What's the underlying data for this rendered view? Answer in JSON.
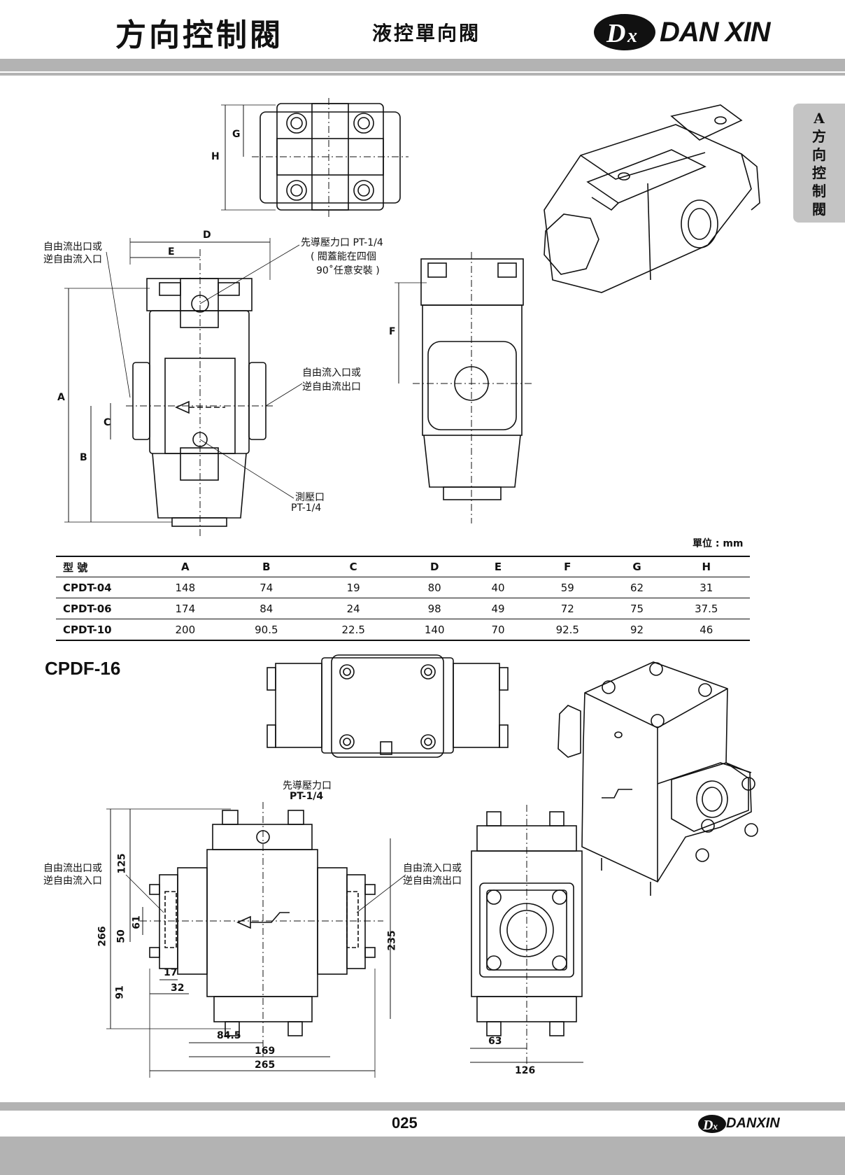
{
  "header": {
    "title": "方向控制閥",
    "subtitle": "液控單向閥",
    "brand": "DANXIN",
    "brand_display": "DAN XIN"
  },
  "side_tab": {
    "chars": [
      "A",
      "方",
      "向",
      "控",
      "制",
      "閥"
    ]
  },
  "drawing1": {
    "dims": {
      "G": "G",
      "H": "H",
      "D": "D",
      "E": "E",
      "A": "A",
      "B": "B",
      "C": "C",
      "F": "F"
    },
    "callouts": {
      "free_out_1": "自由流出口或",
      "free_out_2": "逆自由流入口",
      "pilot_1": "先導壓力口 PT-1/4",
      "pilot_2": "( 閥蓋能在四個",
      "pilot_3": "90˚任意安裝 )",
      "free_in_1": "自由流入口或",
      "free_in_2": "逆自由流出口",
      "gauge_1": "測壓口",
      "gauge_2": "PT-1/4"
    }
  },
  "spec_table": {
    "unit": "單位 : mm",
    "headers": [
      "型  號",
      "A",
      "B",
      "C",
      "D",
      "E",
      "F",
      "G",
      "H"
    ],
    "rows": [
      [
        "CPDT-04",
        "148",
        "74",
        "19",
        "80",
        "40",
        "59",
        "62",
        "31"
      ],
      [
        "CPDT-06",
        "174",
        "84",
        "24",
        "98",
        "49",
        "72",
        "75",
        "37.5"
      ],
      [
        "CPDT-10",
        "200",
        "90.5",
        "22.5",
        "140",
        "70",
        "92.5",
        "92",
        "46"
      ]
    ]
  },
  "drawing2": {
    "title": "CPDF-16",
    "callouts": {
      "pilot_1": "先導壓力口",
      "pilot_2": "PT-1/4",
      "free_out_1": "自由流出口或",
      "free_out_2": "逆自由流入口",
      "free_in_1": "自由流入口或",
      "free_in_2": "逆自由流出口"
    },
    "dims": {
      "d125": "125",
      "d266": "266",
      "d50": "50",
      "d61": "61",
      "d91": "91",
      "d17": "17",
      "d32": "32",
      "d84_5": "84.5",
      "d169": "169",
      "d265": "265",
      "d235": "235",
      "d63": "63",
      "d126": "126"
    }
  },
  "footer": {
    "page": "025",
    "brand": "DANXIN"
  }
}
